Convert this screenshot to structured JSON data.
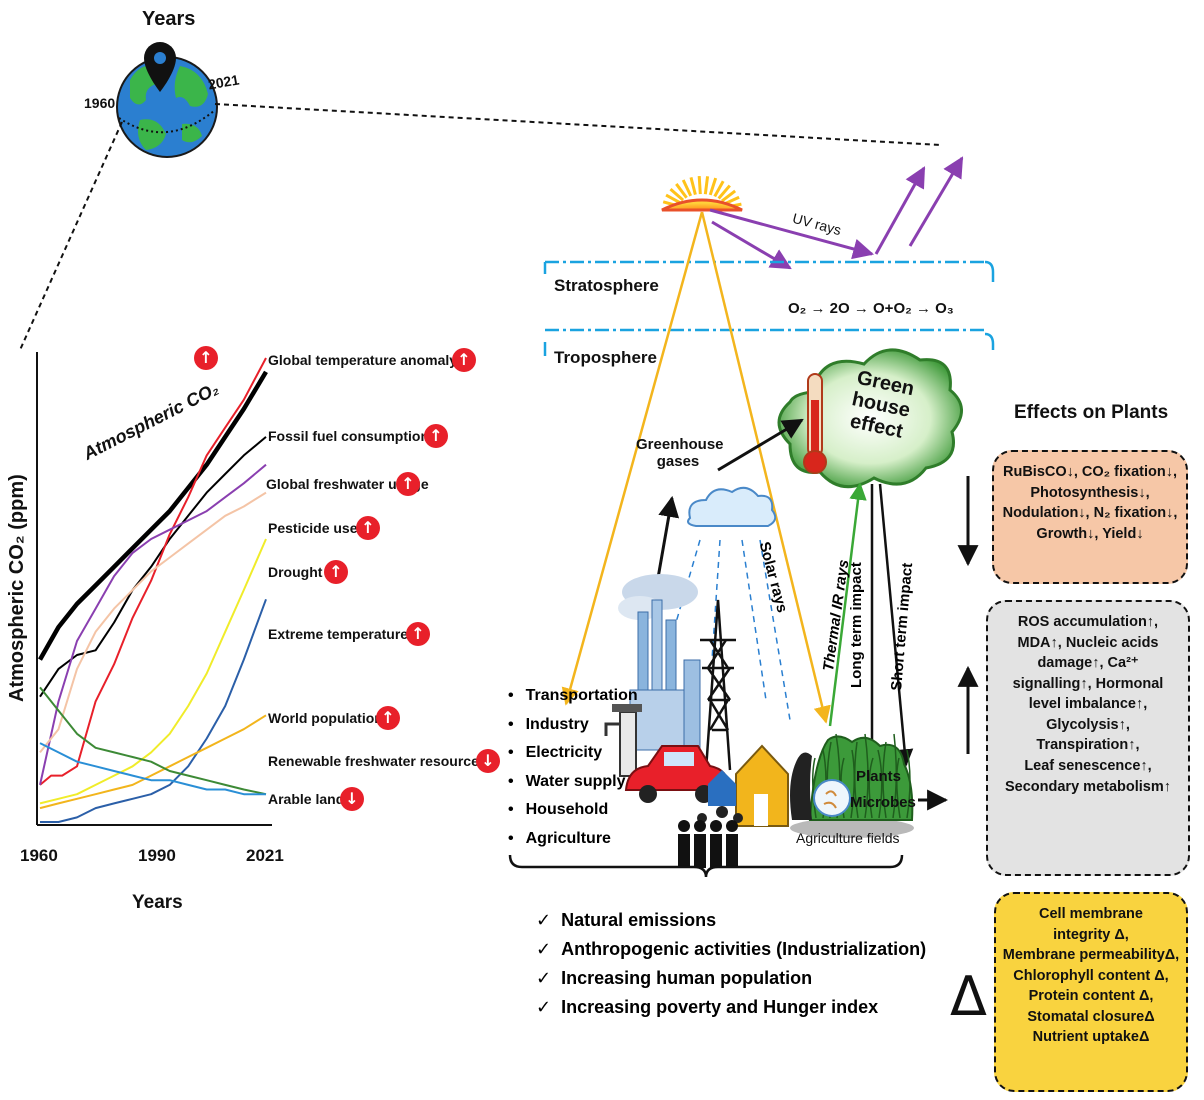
{
  "globe": {
    "title": "Years",
    "start_label": "1960",
    "end_label": "2021"
  },
  "chart_data": {
    "type": "line",
    "ylabel": "Atmospheric CO₂ (ppm)",
    "xlabel": "Years",
    "x_ticks": [
      "1960",
      "1990",
      "2021"
    ],
    "xlim": [
      1960,
      2021
    ],
    "series_shape_note": null,
    "series": [
      {
        "name": "Atmospheric CO₂",
        "label": "Global temperature anomaly",
        "trend": "up",
        "color": "#000000",
        "x": [
          1960,
          1965,
          1970,
          1975,
          1980,
          1985,
          1990,
          1995,
          2000,
          2005,
          2010,
          2015,
          2021
        ],
        "y": [
          0.35,
          0.42,
          0.47,
          0.51,
          0.55,
          0.59,
          0.63,
          0.67,
          0.72,
          0.77,
          0.83,
          0.89,
          0.97
        ]
      },
      {
        "name": "Fossil fuel consumption",
        "trend": "up",
        "color": "#000000",
        "x": [
          1960,
          1965,
          1970,
          1975,
          1980,
          1985,
          1990,
          1995,
          2000,
          2005,
          2010,
          2015,
          2021
        ],
        "y": [
          0.27,
          0.33,
          0.36,
          0.37,
          0.43,
          0.5,
          0.55,
          0.61,
          0.66,
          0.71,
          0.75,
          0.79,
          0.83
        ]
      },
      {
        "name": "Global temperature anomaly",
        "trend": "up",
        "color": "#e8202a",
        "x": [
          1960,
          1963,
          1966,
          1970,
          1975,
          1980,
          1985,
          1990,
          1995,
          2000,
          2005,
          2010,
          2015,
          2021
        ],
        "y": [
          0.08,
          0.1,
          0.1,
          0.12,
          0.26,
          0.34,
          0.44,
          0.52,
          0.62,
          0.7,
          0.79,
          0.85,
          0.91,
          1.0
        ]
      },
      {
        "name": "Global freshwater usage",
        "trend": "up",
        "color": "#8a3fb0",
        "x": [
          1960,
          1965,
          1970,
          1975,
          1980,
          1985,
          1990,
          1995,
          2000,
          2005,
          2010,
          2015,
          2021
        ],
        "y": [
          0.08,
          0.26,
          0.39,
          0.46,
          0.53,
          0.58,
          0.61,
          0.63,
          0.65,
          0.67,
          0.7,
          0.73,
          0.77
        ]
      },
      {
        "name": "Pesticide use",
        "trend": "up",
        "color": "#f4c4a6",
        "x": [
          1960,
          1965,
          1970,
          1975,
          1980,
          1985,
          1990,
          1995,
          2000,
          2005,
          2010,
          2015,
          2021
        ],
        "y": [
          0.15,
          0.2,
          0.33,
          0.41,
          0.46,
          0.5,
          0.54,
          0.57,
          0.6,
          0.63,
          0.66,
          0.68,
          0.71
        ]
      },
      {
        "name": "Drought",
        "trend": "up",
        "color": "#f0ec2a",
        "x": [
          1960,
          1965,
          1970,
          1975,
          1980,
          1985,
          1990,
          1995,
          2000,
          2005,
          2010,
          2015,
          2021
        ],
        "y": [
          0.04,
          0.05,
          0.06,
          0.08,
          0.1,
          0.12,
          0.15,
          0.19,
          0.25,
          0.32,
          0.41,
          0.5,
          0.61
        ]
      },
      {
        "name": "Extreme temperatures",
        "trend": "up",
        "color": "#2b5fa8",
        "x": [
          1960,
          1965,
          1970,
          1975,
          1980,
          1985,
          1990,
          1995,
          2000,
          2005,
          2010,
          2015,
          2021
        ],
        "y": [
          0.0,
          0.0,
          0.01,
          0.03,
          0.04,
          0.05,
          0.06,
          0.08,
          0.12,
          0.18,
          0.25,
          0.35,
          0.48
        ]
      },
      {
        "name": "World population",
        "trend": "up",
        "color": "#f2b51c",
        "x": [
          1960,
          1965,
          1970,
          1975,
          1980,
          1985,
          1990,
          1995,
          2000,
          2005,
          2010,
          2015,
          2021
        ],
        "y": [
          0.03,
          0.04,
          0.05,
          0.06,
          0.07,
          0.08,
          0.1,
          0.12,
          0.14,
          0.16,
          0.18,
          0.2,
          0.23
        ]
      },
      {
        "name": "Renewable freshwater resources",
        "trend": "down",
        "color": "#3d8a36",
        "x": [
          1960,
          1965,
          1970,
          1975,
          1980,
          1985,
          1990,
          1995,
          2000,
          2005,
          2010,
          2015,
          2021
        ],
        "y": [
          0.29,
          0.24,
          0.19,
          0.16,
          0.15,
          0.14,
          0.13,
          0.11,
          0.1,
          0.09,
          0.08,
          0.07,
          0.06
        ]
      },
      {
        "name": "Arable land",
        "trend": "down",
        "color": "#2a8fd6",
        "x": [
          1960,
          1965,
          1970,
          1975,
          1980,
          1985,
          1990,
          1995,
          2000,
          2005,
          2010,
          2015,
          2021
        ],
        "y": [
          0.17,
          0.15,
          0.13,
          0.12,
          0.11,
          0.1,
          0.09,
          0.09,
          0.08,
          0.07,
          0.07,
          0.06,
          0.06
        ]
      }
    ],
    "legend_labels": [
      "Global temperature anomaly",
      "Fossil fuel consumption",
      "Global freshwater usage",
      "Pesticide use",
      "Drought",
      "Extreme temperatures",
      "World population",
      "Renewable freshwater resources",
      "Arable land"
    ],
    "legend_trends": [
      "up",
      "up",
      "up",
      "up",
      "up",
      "up",
      "up",
      "down",
      "down"
    ],
    "series_annotation": "Atmospheric CO₂",
    "grid": false
  },
  "atmosphere": {
    "stratosphere": "Stratosphere",
    "troposphere": "Troposphere",
    "uv_rays": "UV rays",
    "ozone_reaction": "O₂ → 2O → O+O₂ → O₃",
    "greenhouse_gases": "Greenhouse gases",
    "greenhouse_effect": "Green house effect",
    "solar_rays": "Solar rays",
    "thermal_ir": "Thermal IR rays",
    "long_term": "Long term impact",
    "short_term": "Short term impact",
    "plants": "Plants",
    "microbes": "Microbes",
    "agri_fields": "Agriculture fields"
  },
  "sources": [
    "Transportation",
    "Industry",
    "Electricity",
    "Water supply",
    "Household",
    "Agriculture"
  ],
  "drivers": [
    "Natural emissions",
    "Anthropogenic activities (Industrialization)",
    "Increasing human population",
    "Increasing poverty and Hunger index"
  ],
  "effects": {
    "title": "Effects on Plants",
    "decrease_box": [
      "RuBisCO↓, CO₂ fixation↓,",
      "Photosynthesis↓,",
      "Nodulation↓, N₂ fixation↓,",
      "Growth↓, Yield↓"
    ],
    "increase_box": [
      "ROS accumulation↑,",
      "MDA↑, Nucleic acids",
      "damage↑, Ca²⁺",
      "signalling↑, Hormonal",
      "level imbalance↑,",
      "Glycolysis↑,",
      "Transpiration↑,",
      "Leaf senescence↑,",
      "Secondary metabolism↑"
    ],
    "change_box": [
      "Cell membrane",
      "integrity Δ,",
      "Membrane permeabilityΔ,",
      "Chlorophyll content Δ,",
      "Protein content Δ,",
      "Stomatal closureΔ",
      "Nutrient uptakeΔ"
    ],
    "change_symbol": "Δ"
  },
  "colors": {
    "red_badge": "#e8202a",
    "decrease_fill": "#f6c7a7",
    "increase_fill": "#e3e3e3",
    "change_fill": "#f9d33f",
    "uv_arrow": "#8a3fb0",
    "solar_arrow": "#f3b51d",
    "layer_line": "#1aa3e0",
    "ir_arrow": "#3aa836"
  }
}
